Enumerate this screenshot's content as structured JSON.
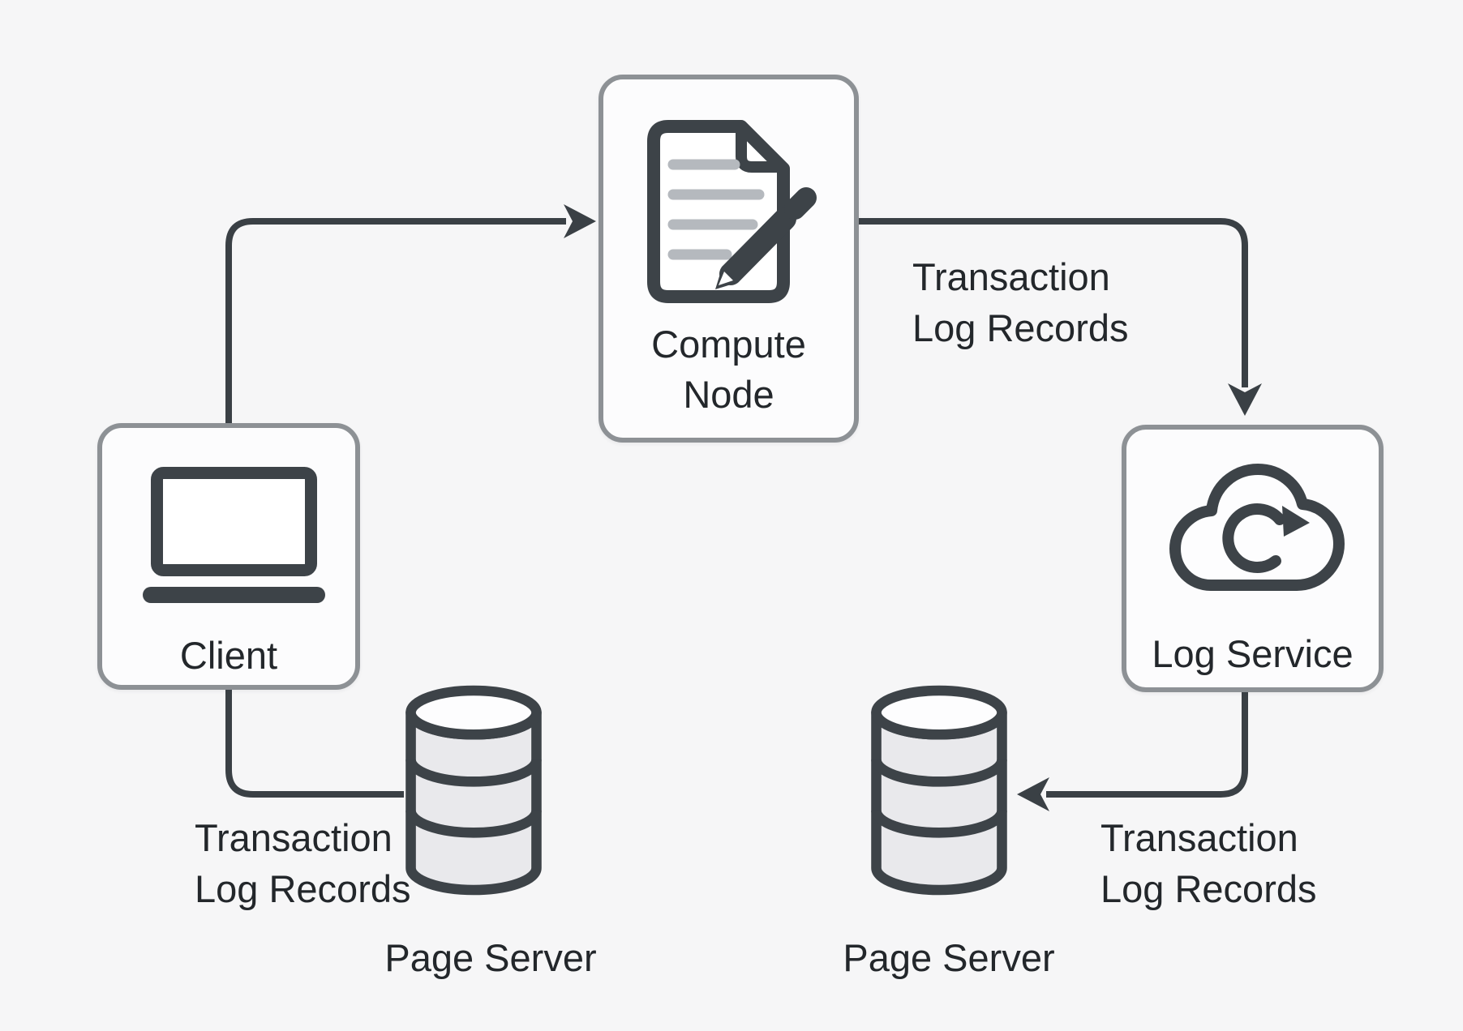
{
  "diagram_title": "",
  "colors": {
    "background": "#f6f6f7",
    "node_fill": "#fcfcfd",
    "node_border": "#8d9195",
    "connector": "#3a4045",
    "icon_dark": "#3d4348",
    "doc_line_gray": "#b5b9be",
    "cylinder_fill": "#e9e9ec",
    "cylinder_top_fill": "#fdfdfe",
    "text": "#23272b"
  },
  "nodes": {
    "client": {
      "label": "Client",
      "icon": "laptop-icon"
    },
    "compute_node": {
      "label": "Compute\nNode",
      "icon": "document-edit-icon"
    },
    "log_service": {
      "label": "Log Service",
      "icon": "cloud-refresh-icon"
    },
    "page_server_left": {
      "label": "Page Server",
      "icon": "database-cylinder-icon"
    },
    "page_server_right": {
      "label": "Page Server",
      "icon": "database-cylinder-icon"
    }
  },
  "edges": [
    {
      "id": "client-to-compute-node",
      "from": "client",
      "to": "compute_node",
      "label": ""
    },
    {
      "id": "compute-node-to-log-service",
      "from": "compute_node",
      "to": "log_service",
      "label": "Transaction\nLog Records"
    },
    {
      "id": "client-to-page-server-left",
      "from": "client",
      "to": "page_server_left",
      "label": "Transaction\nLog Records"
    },
    {
      "id": "log-service-to-page-server-right",
      "from": "log_service",
      "to": "page_server_right",
      "label": "Transaction\nLog Records"
    }
  ]
}
